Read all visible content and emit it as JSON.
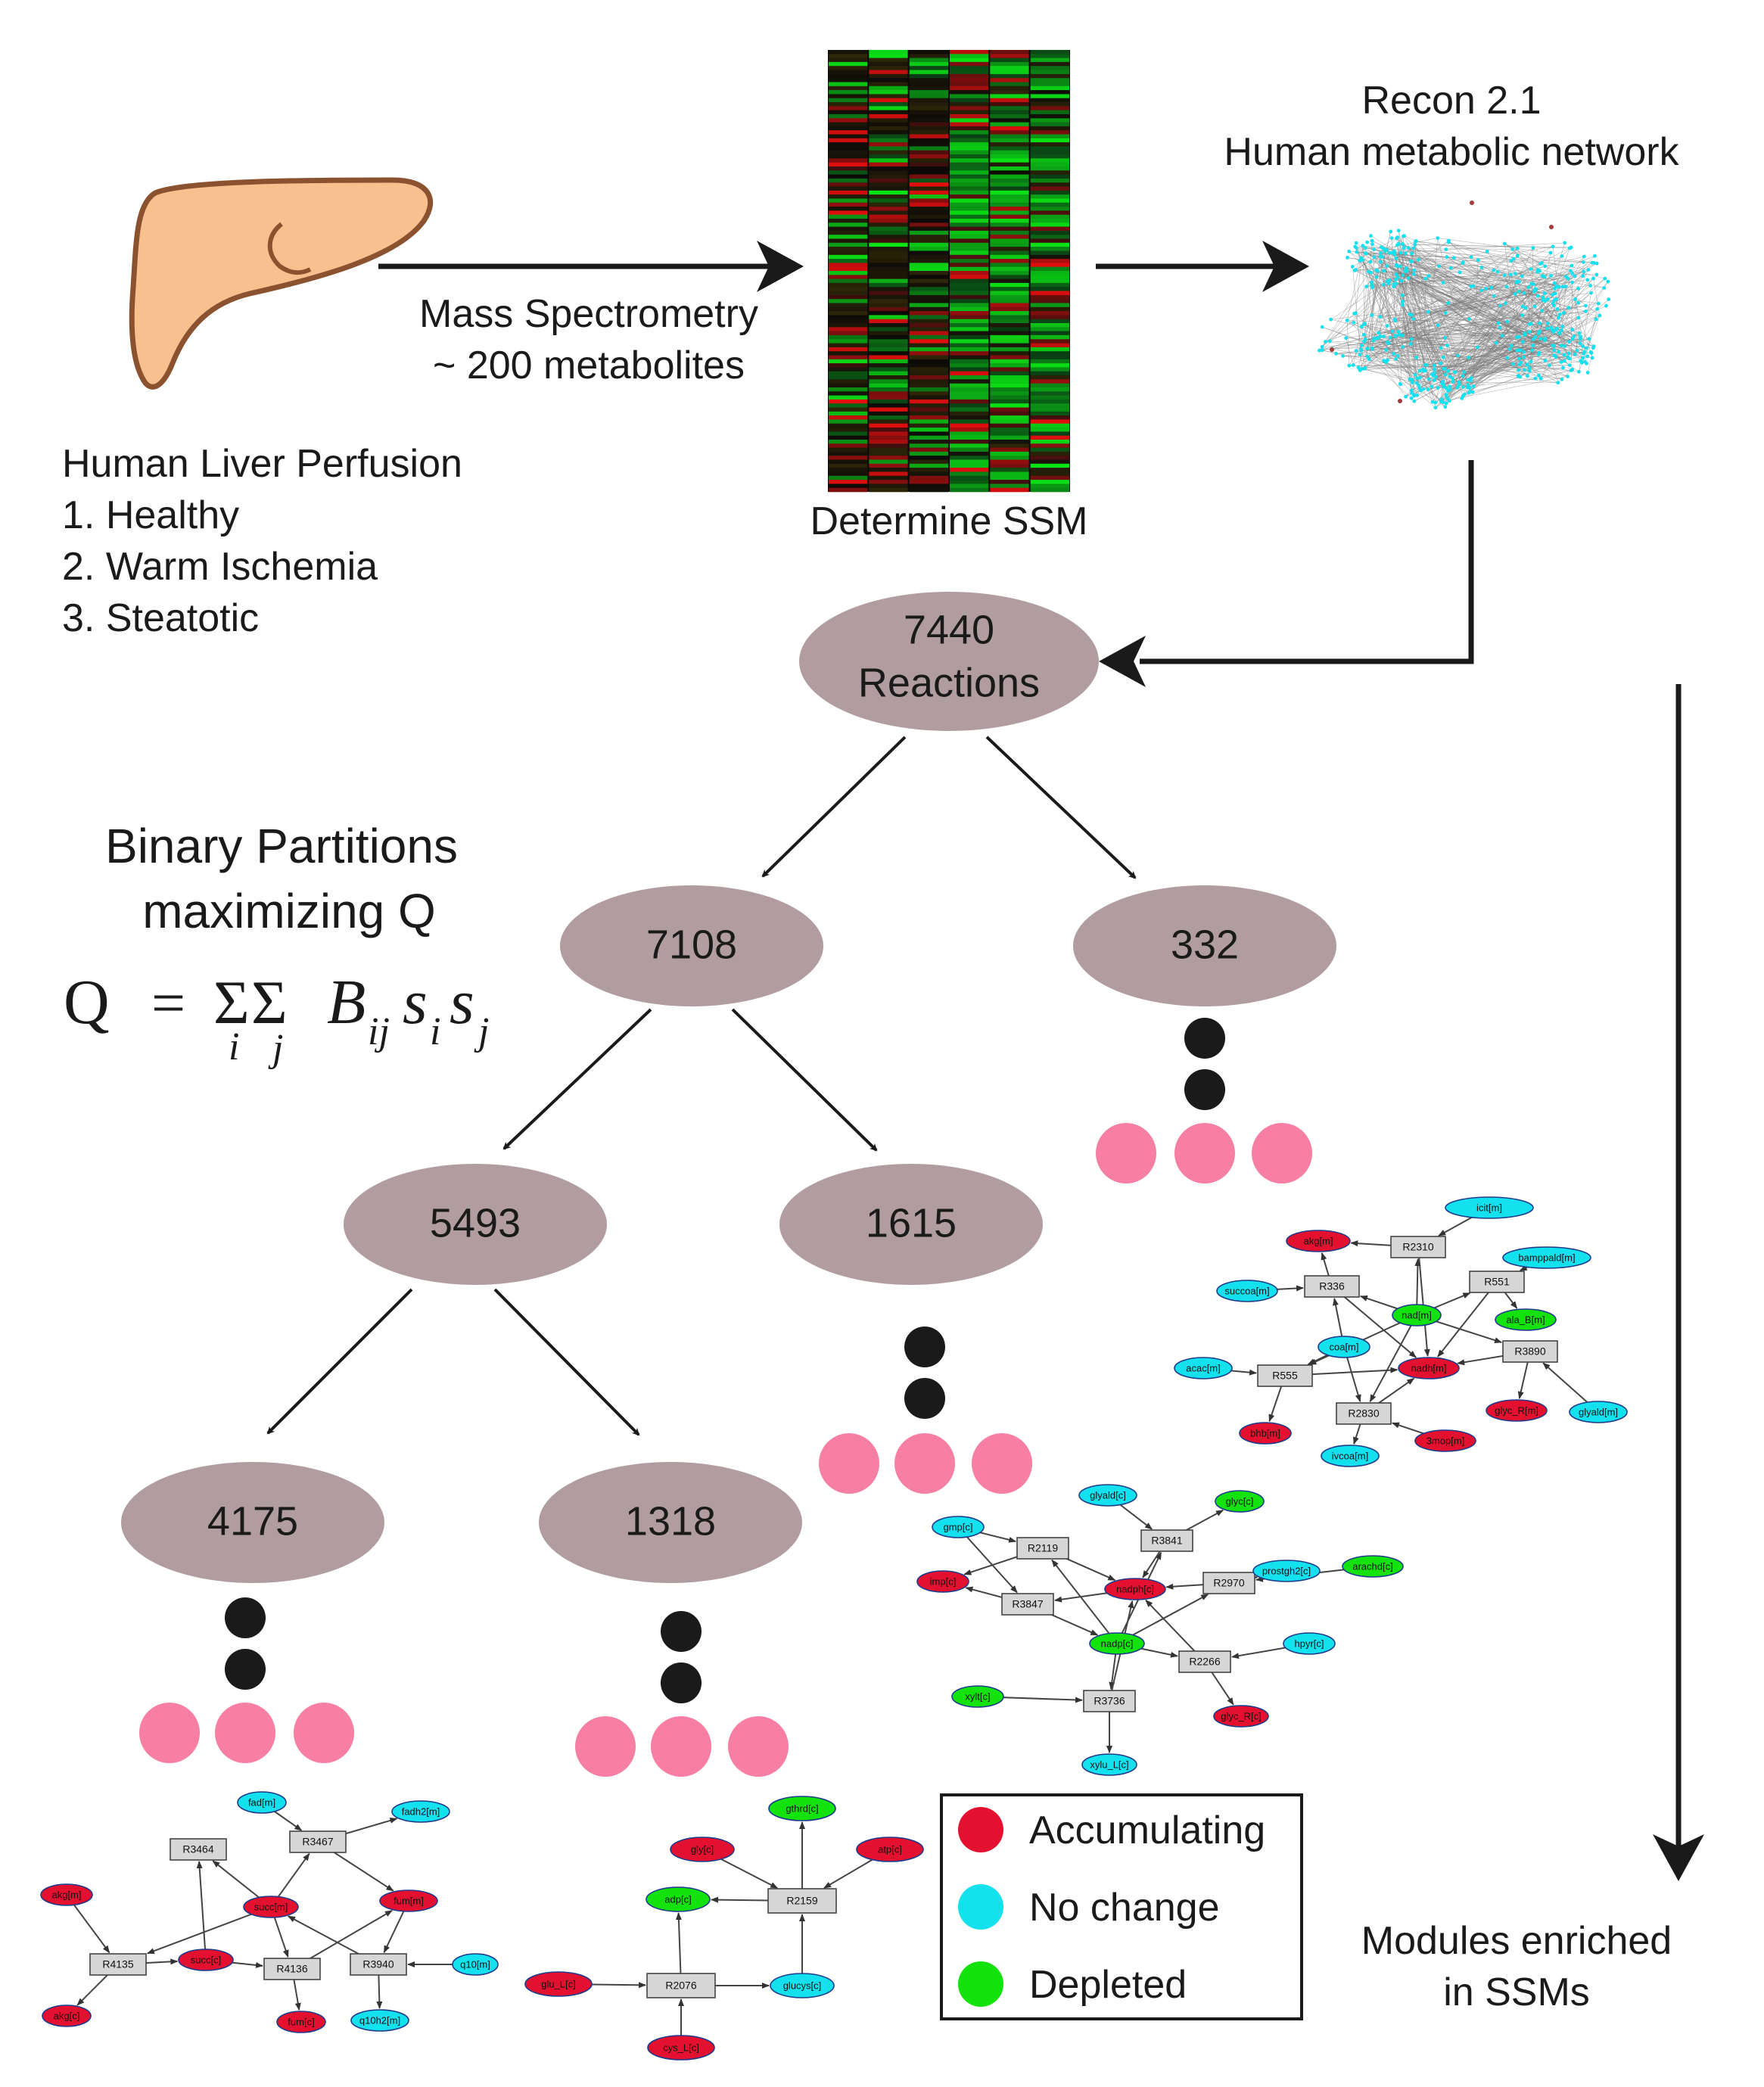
{
  "colors": {
    "tree_node": "#b19d9f",
    "accumulating": "#e4102f",
    "no_change": "#13e1ee",
    "depleted": "#13e20d",
    "pink_dot": "#f77fa3",
    "black_dot": "#1a1a1a",
    "liver_fill": "#f7c08f",
    "liver_stroke": "#8b5230",
    "reaction_box": "#d6d6d6"
  },
  "liver": {
    "caption_title": "Human Liver Perfusion",
    "items": [
      "1. Healthy",
      "2. Warm Ischemia",
      "3. Steatotic"
    ]
  },
  "arrow1": {
    "line1": "Mass Spectrometry",
    "line2": "~ 200 metabolites"
  },
  "heatmap": {
    "label": "Determine SSM",
    "columns": 6,
    "rows": 110
  },
  "network": {
    "line1": "Recon 2.1",
    "line2": "Human metabolic network"
  },
  "partition": {
    "line1": "Binary Partitions",
    "line2": "maximizing Q",
    "formula": {
      "lhs": "Q",
      "eq": "=",
      "sigma": "Σ",
      "i": "i",
      "j": "j",
      "B": "B",
      "ij": "ij",
      "s": "s"
    }
  },
  "tree": {
    "nodes": [
      {
        "id": "root",
        "lines": [
          "7440",
          "Reactions"
        ]
      },
      {
        "id": "n7108",
        "lines": [
          "7108"
        ]
      },
      {
        "id": "n332",
        "lines": [
          "332"
        ]
      },
      {
        "id": "n5493",
        "lines": [
          "5493"
        ]
      },
      {
        "id": "n1615",
        "lines": [
          "1615"
        ]
      },
      {
        "id": "n4175",
        "lines": [
          "4175"
        ]
      },
      {
        "id": "n1318",
        "lines": [
          "1318"
        ]
      }
    ]
  },
  "legend": {
    "items": [
      {
        "label": "Accumulating",
        "color": "#e4102f"
      },
      {
        "label": "No change",
        "color": "#13e1ee"
      },
      {
        "label": "Depleted",
        "color": "#13e20d"
      }
    ]
  },
  "modules_label": {
    "line1": "Modules enriched",
    "line2": "in SSMs"
  },
  "modules": [
    {
      "id": "module-332",
      "metabolites": [
        {
          "id": "m1",
          "label": "icit[m]",
          "state": "no_change"
        },
        {
          "id": "m2",
          "label": "akg[m]",
          "state": "accumulating"
        },
        {
          "id": "m3",
          "label": "bamppald[m]",
          "state": "no_change"
        },
        {
          "id": "m4",
          "label": "succoa[m]",
          "state": "no_change"
        },
        {
          "id": "m5",
          "label": "nad[m]",
          "state": "depleted"
        },
        {
          "id": "m6",
          "label": "ala_B[m]",
          "state": "depleted"
        },
        {
          "id": "m7",
          "label": "coa[m]",
          "state": "no_change"
        },
        {
          "id": "m8",
          "label": "acac[m]",
          "state": "no_change"
        },
        {
          "id": "m9",
          "label": "nadh[m]",
          "state": "accumulating"
        },
        {
          "id": "m10",
          "label": "glyc_R[m]",
          "state": "accumulating"
        },
        {
          "id": "m11",
          "label": "glyald[m]",
          "state": "no_change"
        },
        {
          "id": "m12",
          "label": "bhb[m]",
          "state": "accumulating"
        },
        {
          "id": "m13",
          "label": "ivcoa[m]",
          "state": "no_change"
        },
        {
          "id": "m14",
          "label": "3mop[m]",
          "state": "accumulating"
        }
      ],
      "reactions": [
        {
          "id": "r1",
          "label": "R2310"
        },
        {
          "id": "r2",
          "label": "R336"
        },
        {
          "id": "r3",
          "label": "R551"
        },
        {
          "id": "r4",
          "label": "R555"
        },
        {
          "id": "r5",
          "label": "R3890"
        },
        {
          "id": "r6",
          "label": "R2830"
        }
      ]
    },
    {
      "id": "module-1615",
      "metabolites": [
        {
          "id": "m1",
          "label": "glyald[c]",
          "state": "no_change"
        },
        {
          "id": "m2",
          "label": "glyc[c]",
          "state": "depleted"
        },
        {
          "id": "m3",
          "label": "gmp[c]",
          "state": "no_change"
        },
        {
          "id": "m4",
          "label": "imp[c]",
          "state": "accumulating"
        },
        {
          "id": "m5",
          "label": "nadph[c]",
          "state": "accumulating"
        },
        {
          "id": "m6",
          "label": "prostgh2[c]",
          "state": "no_change"
        },
        {
          "id": "m7",
          "label": "arachd[c]",
          "state": "depleted"
        },
        {
          "id": "m8",
          "label": "nadp[c]",
          "state": "depleted"
        },
        {
          "id": "m9",
          "label": "hpyr[c]",
          "state": "no_change"
        },
        {
          "id": "m10",
          "label": "xylt[c]",
          "state": "depleted"
        },
        {
          "id": "m11",
          "label": "glyc_R[c]",
          "state": "accumulating"
        },
        {
          "id": "m12",
          "label": "xylu_L[c]",
          "state": "no_change"
        }
      ],
      "reactions": [
        {
          "id": "r1",
          "label": "R2119"
        },
        {
          "id": "r2",
          "label": "R3841"
        },
        {
          "id": "r3",
          "label": "R2970"
        },
        {
          "id": "r4",
          "label": "R3847"
        },
        {
          "id": "r5",
          "label": "R2266"
        },
        {
          "id": "r6",
          "label": "R3736"
        }
      ]
    },
    {
      "id": "module-4175",
      "metabolites": [
        {
          "id": "m1",
          "label": "fad[m]",
          "state": "no_change"
        },
        {
          "id": "m2",
          "label": "fadh2[m]",
          "state": "no_change"
        },
        {
          "id": "m3",
          "label": "akg[m]",
          "state": "accumulating"
        },
        {
          "id": "m4",
          "label": "succ[m]",
          "state": "accumulating"
        },
        {
          "id": "m5",
          "label": "fum[m]",
          "state": "accumulating"
        },
        {
          "id": "m6",
          "label": "succ[c]",
          "state": "accumulating"
        },
        {
          "id": "m7",
          "label": "q10[m]",
          "state": "no_change"
        },
        {
          "id": "m8",
          "label": "akg[c]",
          "state": "accumulating"
        },
        {
          "id": "m9",
          "label": "fum[c]",
          "state": "accumulating"
        },
        {
          "id": "m10",
          "label": "q10h2[m]",
          "state": "no_change"
        }
      ],
      "reactions": [
        {
          "id": "r1",
          "label": "R3464"
        },
        {
          "id": "r2",
          "label": "R3467"
        },
        {
          "id": "r3",
          "label": "R4135"
        },
        {
          "id": "r4",
          "label": "R4136"
        },
        {
          "id": "r5",
          "label": "R3940"
        }
      ]
    },
    {
      "id": "module-1318",
      "metabolites": [
        {
          "id": "m1",
          "label": "gthrd[c]",
          "state": "depleted"
        },
        {
          "id": "m2",
          "label": "gly[c]",
          "state": "accumulating"
        },
        {
          "id": "m3",
          "label": "atp[c]",
          "state": "accumulating"
        },
        {
          "id": "m4",
          "label": "adp[c]",
          "state": "depleted"
        },
        {
          "id": "m5",
          "label": "glu_L[c]",
          "state": "accumulating"
        },
        {
          "id": "m6",
          "label": "glucys[c]",
          "state": "no_change"
        },
        {
          "id": "m7",
          "label": "cys_L[c]",
          "state": "accumulating"
        }
      ],
      "reactions": [
        {
          "id": "r1",
          "label": "R2159"
        },
        {
          "id": "r2",
          "label": "R2076"
        }
      ]
    }
  ]
}
